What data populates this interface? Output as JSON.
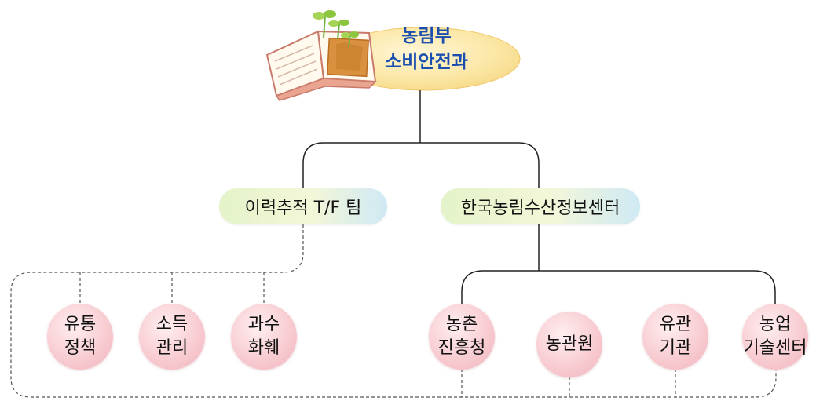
{
  "root": {
    "line1": "농림부",
    "line2": "소비안전과",
    "icon": "open-book-with-sprouts-icon"
  },
  "left_branch": {
    "label": "이력추적 T/F 팀",
    "children": [
      {
        "line1": "유통",
        "line2": "정책"
      },
      {
        "line1": "소득",
        "line2": "관리"
      },
      {
        "line1": "과수",
        "line2": "화훼"
      }
    ]
  },
  "right_branch": {
    "label": "한국농림수산정보센터",
    "children": [
      {
        "line1": "농촌",
        "line2": "진흥청"
      },
      {
        "line1": "농관원",
        "line2": ""
      },
      {
        "line1": "유관",
        "line2": "기관"
      },
      {
        "line1": "농업",
        "line2": "기술센터"
      }
    ]
  },
  "colors": {
    "root_text": "#1a4fb0",
    "root_ellipse": "#fbe7a6",
    "pill_gradient": [
      "#e4f3c9",
      "#cfe9f4"
    ],
    "circle_fill": "#f8cdd2",
    "connector": "#222222"
  }
}
